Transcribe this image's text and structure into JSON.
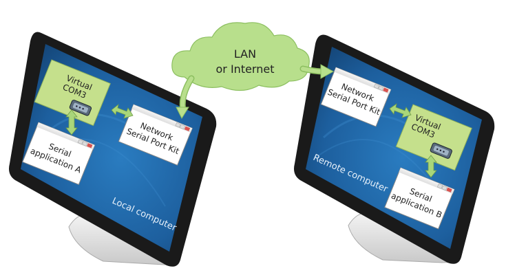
{
  "cloud": {
    "line1": "LAN",
    "line2": "or Internet"
  },
  "local": {
    "virtual_line1": "Virtual",
    "virtual_line2": "COM3",
    "nspk_line1": "Network",
    "nspk_line2": "Serial Port Kit",
    "app_line1": "Serial",
    "app_line2": "application A",
    "caption": "Local computer"
  },
  "remote": {
    "nspk_line1": "Network",
    "nspk_line2": "Serial Port Kit",
    "virtual_line1": "Virtual",
    "virtual_line2": "COM3",
    "app_line1": "Serial",
    "app_line2": "application B",
    "caption": "Remote computer"
  },
  "colors": {
    "green_box": "#c5e08c",
    "green_arrow": "#a9d67a",
    "screen_blue": "#1f5f9c",
    "bezel": "#1a1a1a",
    "cloud": "#b8df8c"
  },
  "icons": [
    "serial-connector-icon",
    "window-controls-icon"
  ]
}
